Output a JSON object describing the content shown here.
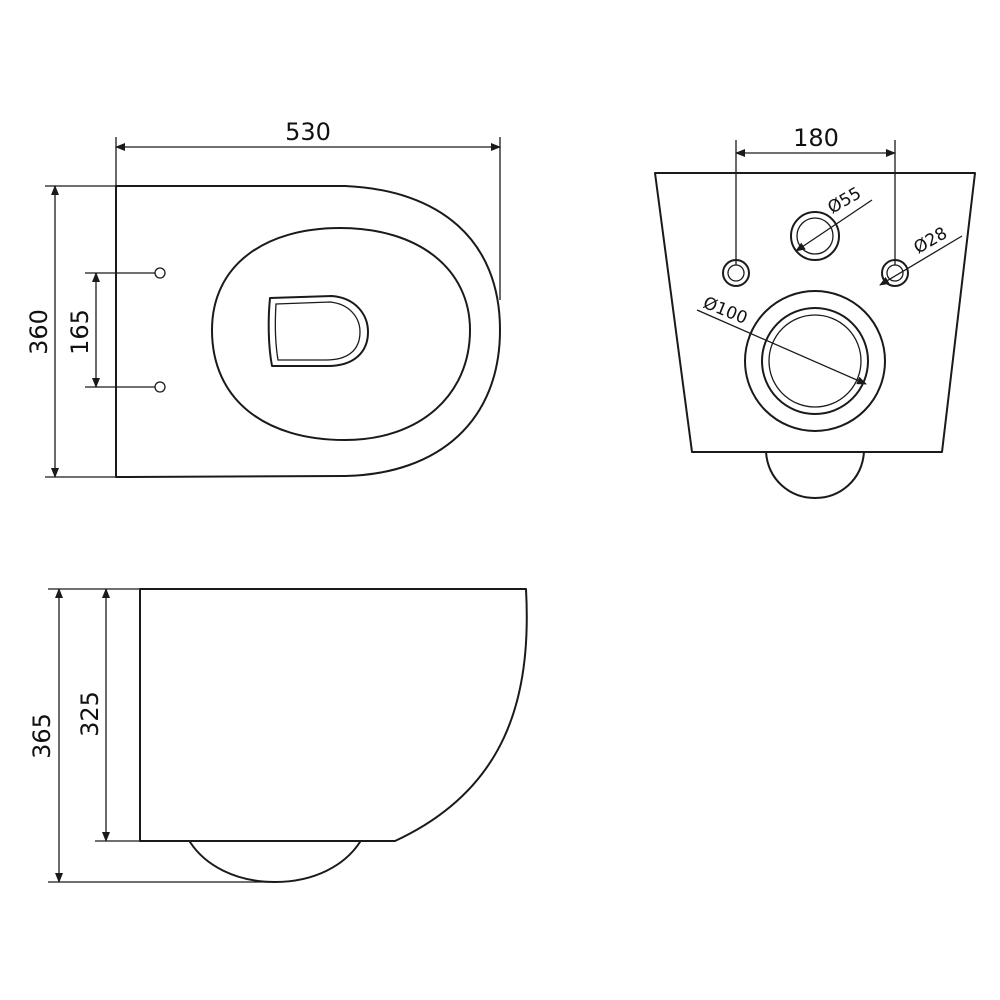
{
  "views": {
    "top": {
      "width_label": "530",
      "depth_label": "360",
      "hole_spacing_label": "165"
    },
    "rear": {
      "bolt_spacing_label": "180",
      "inlet_label": "Ø55",
      "bolt_hole_label": "Ø28",
      "outlet_label": "Ø100"
    },
    "side": {
      "total_height_label": "365",
      "body_height_label": "325"
    }
  },
  "colors": {
    "line": "#1a1a1a",
    "background": "#ffffff"
  }
}
